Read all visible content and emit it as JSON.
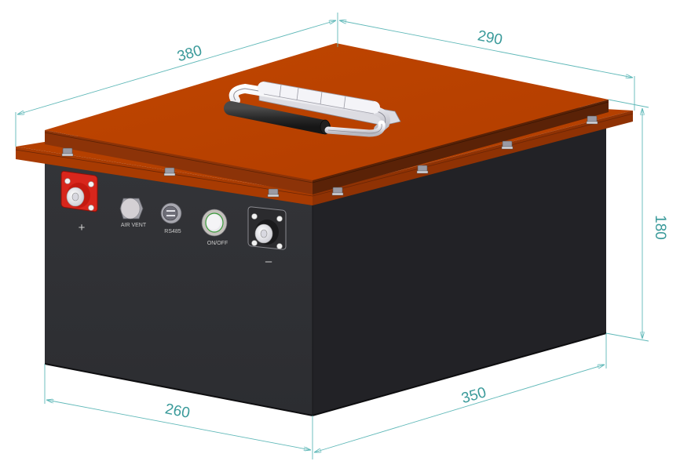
{
  "drawing": {
    "subject": "Battery box isometric view",
    "colors": {
      "lid_top": "#b94100",
      "lid_side_dark": "#5a2207",
      "lid_side_front": "#8a3a0a",
      "box_front": "#2e2f33",
      "box_side": "#222226",
      "dimension_line": "#5fb8b8",
      "dimension_text": "#3a9a9a",
      "positive_terminal": "#d8261c",
      "negative_terminal": "#2b2b2b"
    }
  },
  "dimensions": {
    "top_length": "380",
    "top_width": "290",
    "height": "180",
    "bottom_width": "260",
    "bottom_length": "350"
  },
  "front_panel": {
    "positive_terminal": {
      "label": "+"
    },
    "air_vent": {
      "label": "AIR VENT"
    },
    "rs485": {
      "label": "RS485"
    },
    "on_off_button": {
      "label": "ON/OFF"
    },
    "negative_terminal": {
      "label": "–"
    }
  }
}
